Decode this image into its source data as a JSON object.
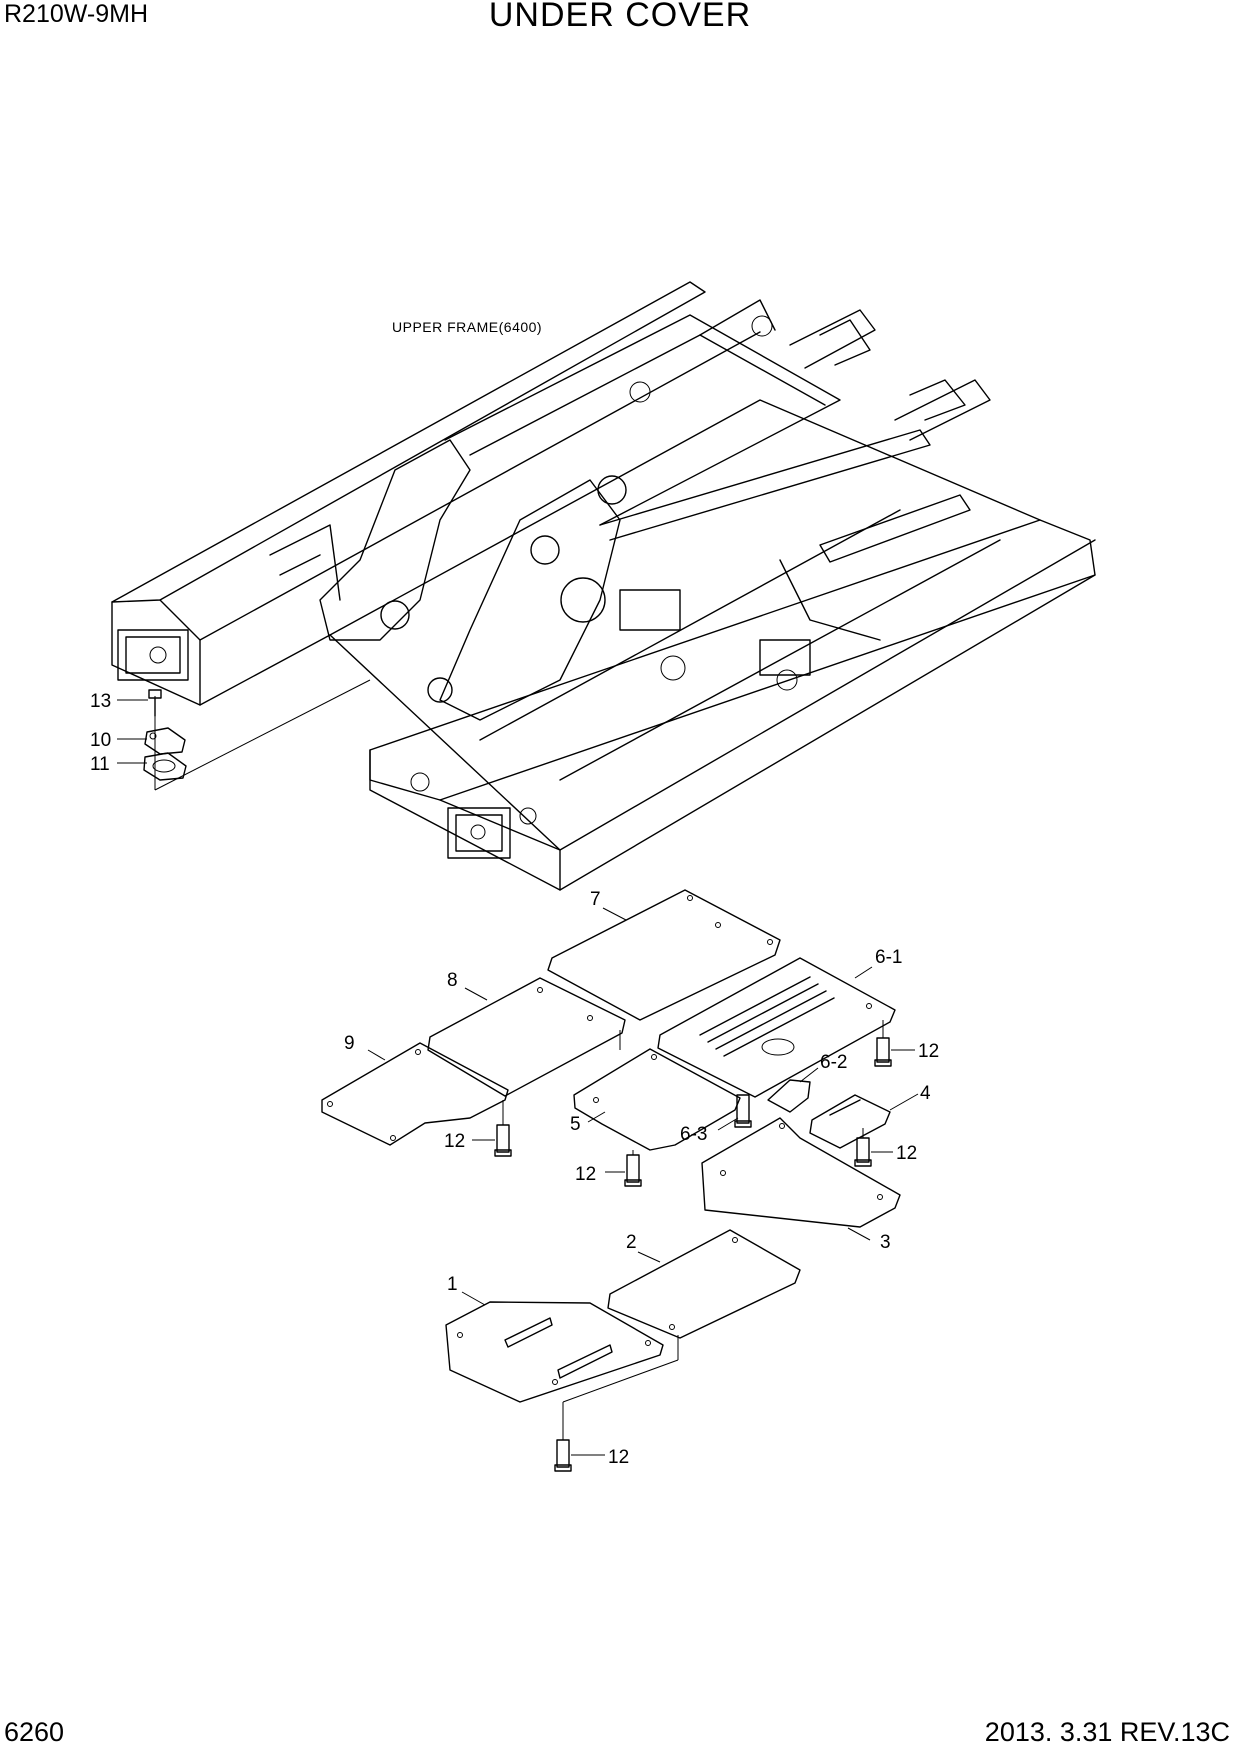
{
  "header": {
    "model": "R210W-9MH",
    "title": "UNDER COVER"
  },
  "footer": {
    "page": "6260",
    "revision": "2013. 3.31  REV.13C"
  },
  "frame_note": "UPPER FRAME(6400)",
  "callouts": {
    "c1": "1",
    "c2": "2",
    "c3": "3",
    "c4": "4",
    "c5": "5",
    "c6_1": "6-1",
    "c6_2": "6-2",
    "c6_3": "6-3",
    "c7": "7",
    "c8": "8",
    "c9": "9",
    "c10": "10",
    "c11": "11",
    "c12a": "12",
    "c12b": "12",
    "c12c": "12",
    "c12d": "12",
    "c12e": "12",
    "c13": "13"
  }
}
